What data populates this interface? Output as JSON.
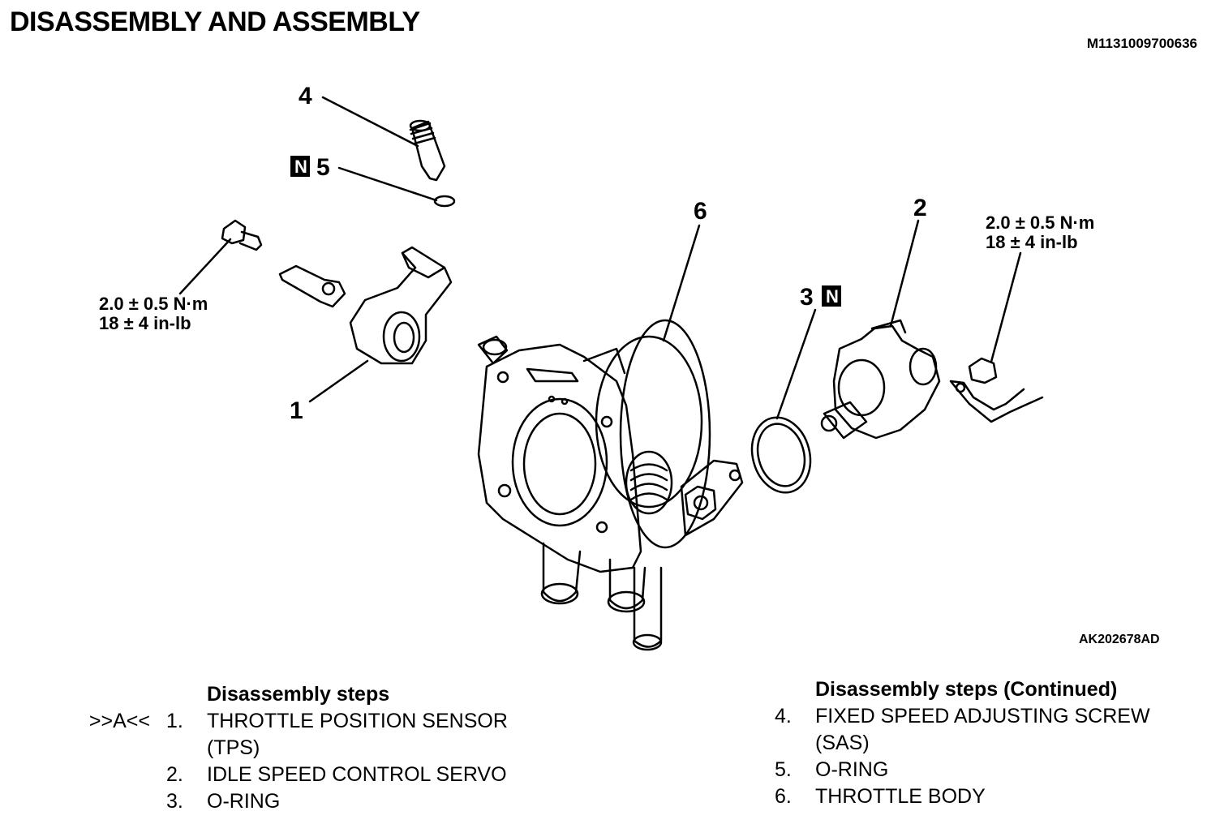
{
  "header": {
    "title": "DISASSEMBLY AND ASSEMBLY",
    "doc_id": "M1131009700636"
  },
  "figure": {
    "figure_id": "AK202678AD",
    "callouts": {
      "c1": "1",
      "c2": "2",
      "c3": "3",
      "c4": "4",
      "c5": "5",
      "c6": "6"
    },
    "new_part_mark": "N",
    "torque_left": {
      "line1": "2.0 ± 0.5 N·m",
      "line2": "18 ± 4 in-lb"
    },
    "torque_right": {
      "line1": "2.0 ± 0.5 N·m",
      "line2": "18 ± 4 in-lb"
    }
  },
  "steps_left": {
    "heading": "Disassembly steps",
    "items": [
      {
        "ref": ">>A<<",
        "num": "1.",
        "line1": "THROTTLE POSITION SENSOR",
        "line2": "(TPS)"
      },
      {
        "ref": "",
        "num": "2.",
        "line1": "IDLE SPEED CONTROL SERVO"
      },
      {
        "ref": "",
        "num": "3.",
        "line1": "O-RING"
      }
    ]
  },
  "steps_right": {
    "heading": "Disassembly steps (Continued)",
    "items": [
      {
        "num": "4.",
        "line1": "FIXED SPEED ADJUSTING SCREW",
        "line2": "(SAS)"
      },
      {
        "num": "5.",
        "line1": "O-RING"
      },
      {
        "num": "6.",
        "line1": "THROTTLE BODY"
      }
    ]
  }
}
